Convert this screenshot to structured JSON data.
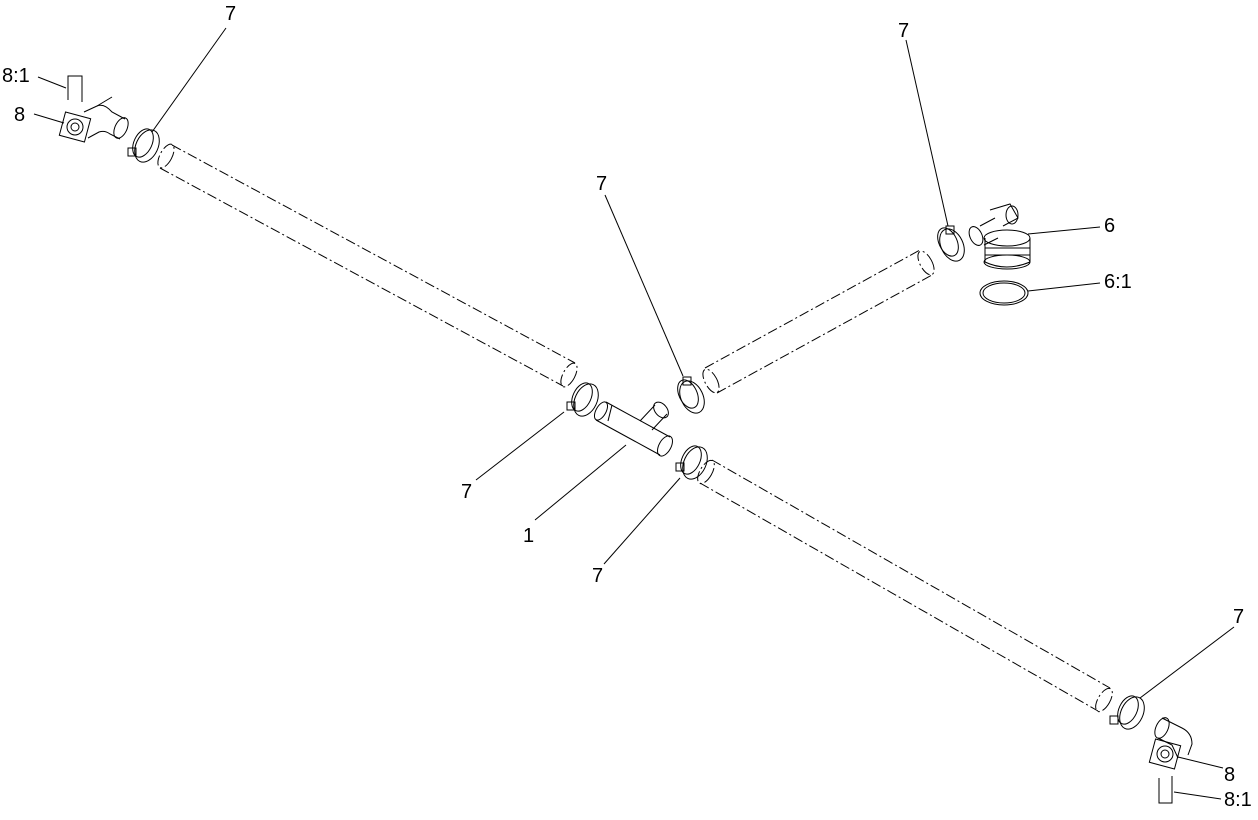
{
  "diagram": {
    "callouts": {
      "c_81_tl": "8:1",
      "c_8_tl": "8",
      "c_7_tl": "7",
      "c_7_center": "7",
      "c_7_tr": "7",
      "c_6": "6",
      "c_61": "6:1",
      "c_7_left": "7",
      "c_1": "1",
      "c_7_bottom": "7",
      "c_7_br": "7",
      "c_8_br": "8",
      "c_81_br": "8:1"
    }
  }
}
